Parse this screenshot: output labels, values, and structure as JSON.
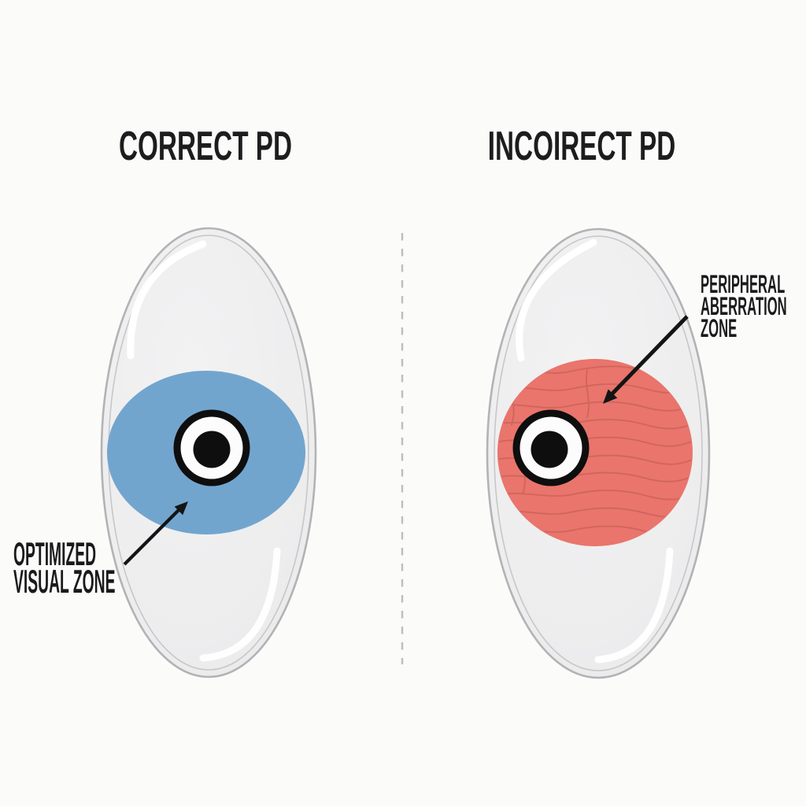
{
  "diagram": {
    "left_panel": {
      "title": "CORRECT PD",
      "zone_label_line1": "OPTIMIZED",
      "zone_label_line2": "VISUAL ZONE"
    },
    "right_panel": {
      "title": "INCOIRECT PD",
      "zone_label_line1": "PERIPHERAL",
      "zone_label_line2": "ABERRATION",
      "zone_label_line3": "ZONE"
    },
    "colors": {
      "background": "#fbfbfa",
      "lens_fill": "#ededee",
      "lens_outline": "#b3b3b6",
      "optimized_zone_blue": "#72a5ce",
      "aberration_zone_red": "#e9756c",
      "aberration_line_red": "#b7564e",
      "eye_black": "#0e0e0e",
      "eye_white": "#fcfcfc",
      "divider_gray": "#bdbdbf",
      "text_dark": "#1d1d1f"
    }
  }
}
